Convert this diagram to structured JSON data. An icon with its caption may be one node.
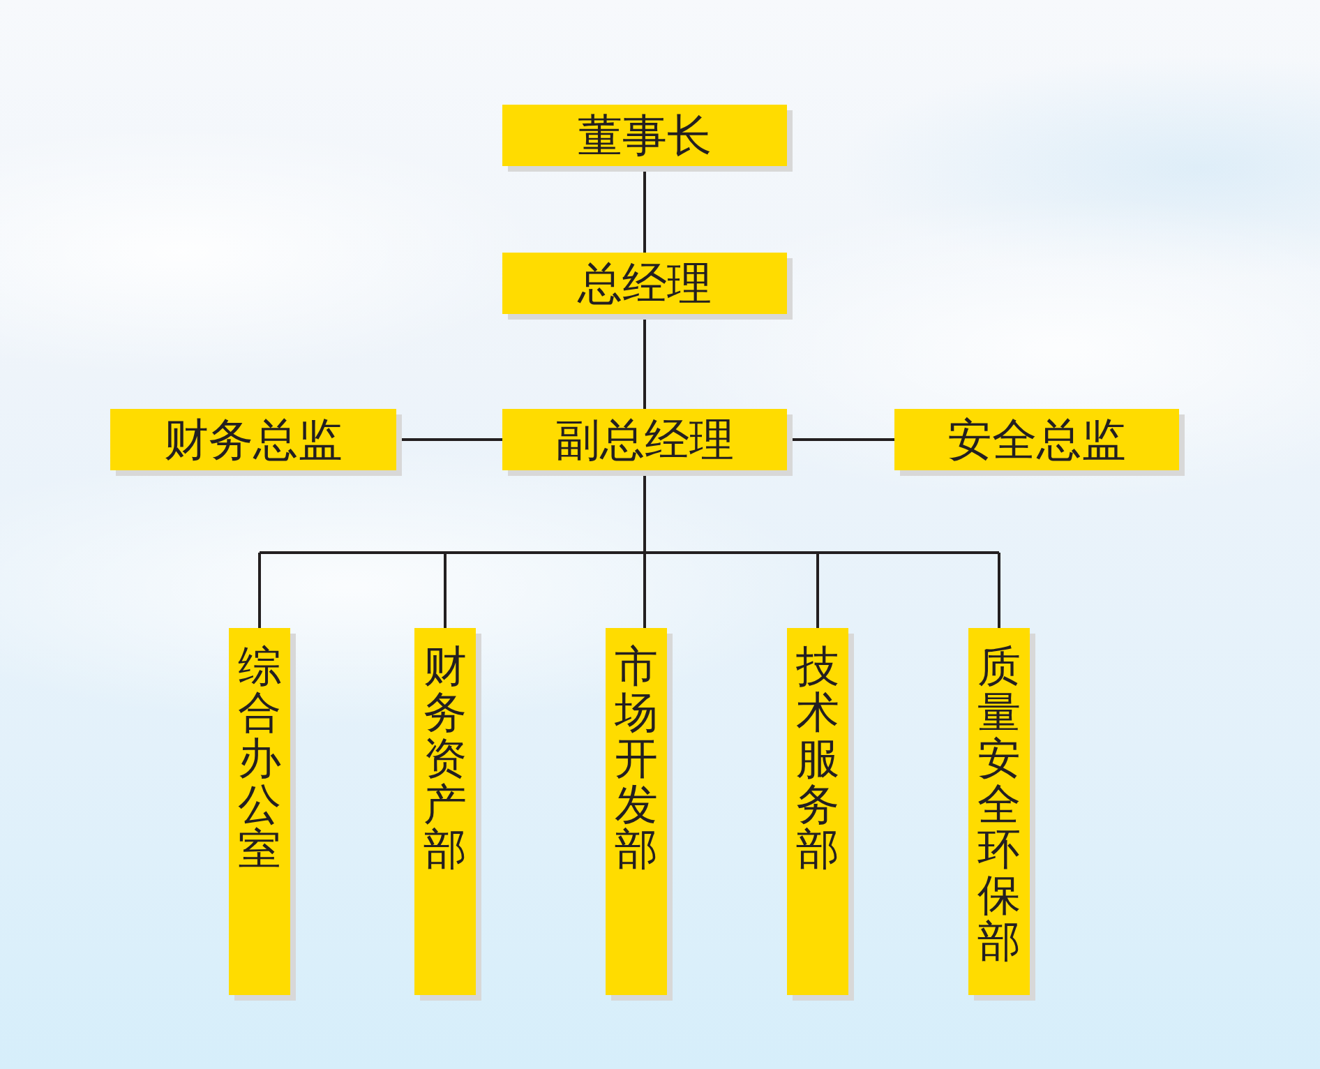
{
  "diagram": {
    "nodes": [
      {
        "text": [
          "董事长"
        ]
      },
      {
        "text": [
          "总经理"
        ]
      },
      {
        "text": [
          "财务总监"
        ]
      },
      {
        "text": [
          "副总经理"
        ]
      },
      {
        "text": [
          "安全总监"
        ]
      },
      {
        "text": [
          "综合办公室"
        ]
      },
      {
        "text": [
          "财务资产部"
        ]
      },
      {
        "text": [
          "市场开发部"
        ]
      },
      {
        "text": [
          "技术服务部"
        ]
      },
      {
        "text": [
          "质量安全环保部"
        ]
      }
    ],
    "edges": [
      {
        "from": 0,
        "to": 1,
        "arrow": "none"
      },
      {
        "from": 1,
        "to": 3,
        "arrow": "none"
      },
      {
        "from": 3,
        "to": 2,
        "arrow": "none"
      },
      {
        "from": 3,
        "to": 4,
        "arrow": "none"
      },
      {
        "from": 3,
        "to": 5,
        "arrow": "none"
      },
      {
        "from": 3,
        "to": 6,
        "arrow": "none"
      },
      {
        "from": 3,
        "to": 7,
        "arrow": "none"
      },
      {
        "from": 3,
        "to": 8,
        "arrow": "none"
      },
      {
        "from": 3,
        "to": 9,
        "arrow": "none"
      }
    ]
  }
}
